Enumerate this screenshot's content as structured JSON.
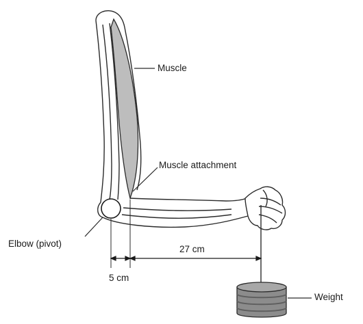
{
  "labels": {
    "muscle": "Muscle",
    "muscle_attachment": "Muscle attachment",
    "elbow": "Elbow (pivot)",
    "weight": "Weight",
    "distance_elbow_to_attachment": "5 cm",
    "distance_attachment_to_weight": "27 cm"
  },
  "colors": {
    "outline": "#2a2a2a",
    "muscle_fill": "#bdbdbd",
    "weight_fill": "#8c8c8c",
    "weight_bands": "#5e5e5e"
  }
}
